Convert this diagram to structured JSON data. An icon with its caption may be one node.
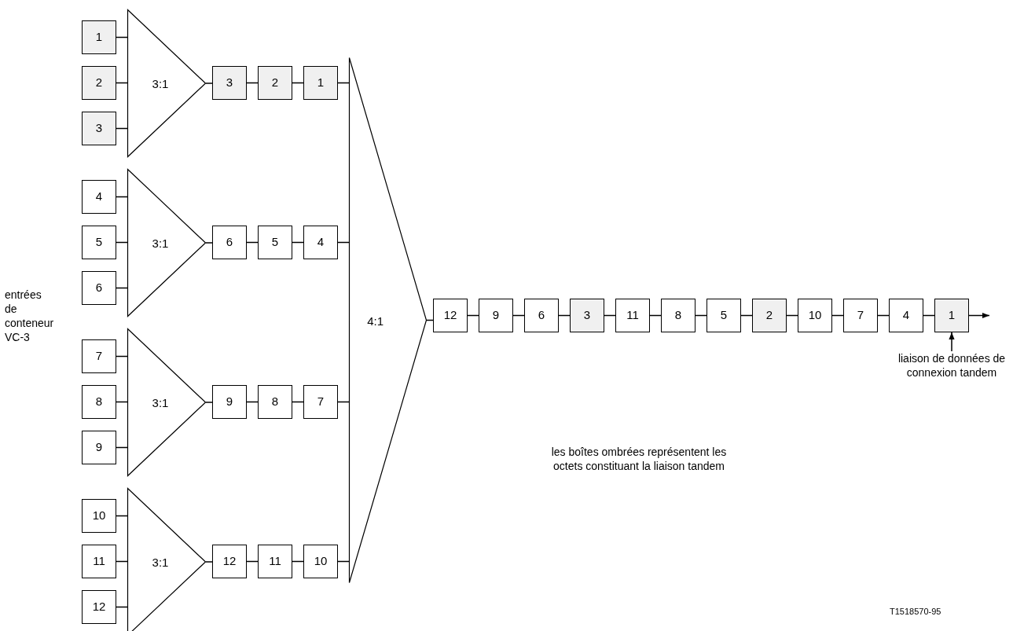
{
  "diagram": {
    "nodes": [
      {
        "text": [
          "1"
        ]
      },
      {
        "text": [
          "2"
        ]
      },
      {
        "text": [
          "3"
        ]
      },
      {
        "text": [
          "3:1"
        ]
      },
      {
        "text": [
          "3"
        ]
      },
      {
        "text": [
          "2"
        ]
      },
      {
        "text": [
          "1"
        ]
      },
      {
        "text": [
          "4"
        ]
      },
      {
        "text": [
          "5"
        ]
      },
      {
        "text": [
          "6"
        ]
      },
      {
        "text": [
          "3:1"
        ]
      },
      {
        "text": [
          "6"
        ]
      },
      {
        "text": [
          "5"
        ]
      },
      {
        "text": [
          "4"
        ]
      },
      {
        "text": [
          "7"
        ]
      },
      {
        "text": [
          "8"
        ]
      },
      {
        "text": [
          "9"
        ]
      },
      {
        "text": [
          "3:1"
        ]
      },
      {
        "text": [
          "9"
        ]
      },
      {
        "text": [
          "8"
        ]
      },
      {
        "text": [
          "7"
        ]
      },
      {
        "text": [
          "10"
        ]
      },
      {
        "text": [
          "11"
        ]
      },
      {
        "text": [
          "12"
        ]
      },
      {
        "text": [
          "3:1"
        ]
      },
      {
        "text": [
          "12"
        ]
      },
      {
        "text": [
          "11"
        ]
      },
      {
        "text": [
          "10"
        ]
      },
      {
        "text": [
          "4:1"
        ]
      },
      {
        "text": [
          "12"
        ]
      },
      {
        "text": [
          "9"
        ]
      },
      {
        "text": [
          "6"
        ]
      },
      {
        "text": [
          "3"
        ]
      },
      {
        "text": [
          "11"
        ]
      },
      {
        "text": [
          "8"
        ]
      },
      {
        "text": [
          "5"
        ]
      },
      {
        "text": [
          "2"
        ]
      },
      {
        "text": [
          "10"
        ]
      },
      {
        "text": [
          "7"
        ]
      },
      {
        "text": [
          "4"
        ]
      },
      {
        "text": [
          "1"
        ]
      },
      {
        "text": [
          "liaison de données de connexion tandem"
        ]
      }
    ],
    "edges": [
      {
        "from": 0,
        "to": 3,
        "arrow": "none"
      },
      {
        "from": 1,
        "to": 3,
        "arrow": "none"
      },
      {
        "from": 2,
        "to": 3,
        "arrow": "none"
      },
      {
        "from": 3,
        "to": 4,
        "arrow": "none"
      },
      {
        "from": 4,
        "to": 5,
        "arrow": "none"
      },
      {
        "from": 5,
        "to": 6,
        "arrow": "none"
      },
      {
        "from": 6,
        "to": 28,
        "arrow": "none"
      },
      {
        "from": 7,
        "to": 10,
        "arrow": "none"
      },
      {
        "from": 8,
        "to": 10,
        "arrow": "none"
      },
      {
        "from": 9,
        "to": 10,
        "arrow": "none"
      },
      {
        "from": 10,
        "to": 11,
        "arrow": "none"
      },
      {
        "from": 11,
        "to": 12,
        "arrow": "none"
      },
      {
        "from": 12,
        "to": 13,
        "arrow": "none"
      },
      {
        "from": 13,
        "to": 28,
        "arrow": "none"
      },
      {
        "from": 14,
        "to": 17,
        "arrow": "none"
      },
      {
        "from": 15,
        "to": 17,
        "arrow": "none"
      },
      {
        "from": 16,
        "to": 17,
        "arrow": "none"
      },
      {
        "from": 17,
        "to": 18,
        "arrow": "none"
      },
      {
        "from": 18,
        "to": 19,
        "arrow": "none"
      },
      {
        "from": 19,
        "to": 20,
        "arrow": "none"
      },
      {
        "from": 20,
        "to": 28,
        "arrow": "none"
      },
      {
        "from": 21,
        "to": 24,
        "arrow": "none"
      },
      {
        "from": 22,
        "to": 24,
        "arrow": "none"
      },
      {
        "from": 23,
        "to": 24,
        "arrow": "none"
      },
      {
        "from": 24,
        "to": 25,
        "arrow": "none"
      },
      {
        "from": 25,
        "to": 26,
        "arrow": "none"
      },
      {
        "from": 26,
        "to": 27,
        "arrow": "none"
      },
      {
        "from": 27,
        "to": 28,
        "arrow": "none"
      },
      {
        "from": 28,
        "to": 29,
        "arrow": "none"
      },
      {
        "from": 29,
        "to": 30,
        "arrow": "none"
      },
      {
        "from": 30,
        "to": 31,
        "arrow": "none"
      },
      {
        "from": 31,
        "to": 32,
        "arrow": "none"
      },
      {
        "from": 32,
        "to": 33,
        "arrow": "none"
      },
      {
        "from": 33,
        "to": 34,
        "arrow": "none"
      },
      {
        "from": 34,
        "to": 35,
        "arrow": "none"
      },
      {
        "from": 35,
        "to": 36,
        "arrow": "none"
      },
      {
        "from": 36,
        "to": 37,
        "arrow": "none"
      },
      {
        "from": 37,
        "to": 38,
        "arrow": "none"
      },
      {
        "from": 38,
        "to": 39,
        "arrow": "none"
      },
      {
        "from": 39,
        "to": 40,
        "arrow": "none"
      },
      {
        "from": 40,
        "to": null,
        "arrow": "to"
      },
      {
        "from": 41,
        "to": 40,
        "arrow": "to"
      }
    ],
    "labels": [
      "entrées de conteneur VC-3",
      "les boîtes ombrées représentent les octets constituant la liaison tandem",
      "T1518570-95"
    ]
  }
}
